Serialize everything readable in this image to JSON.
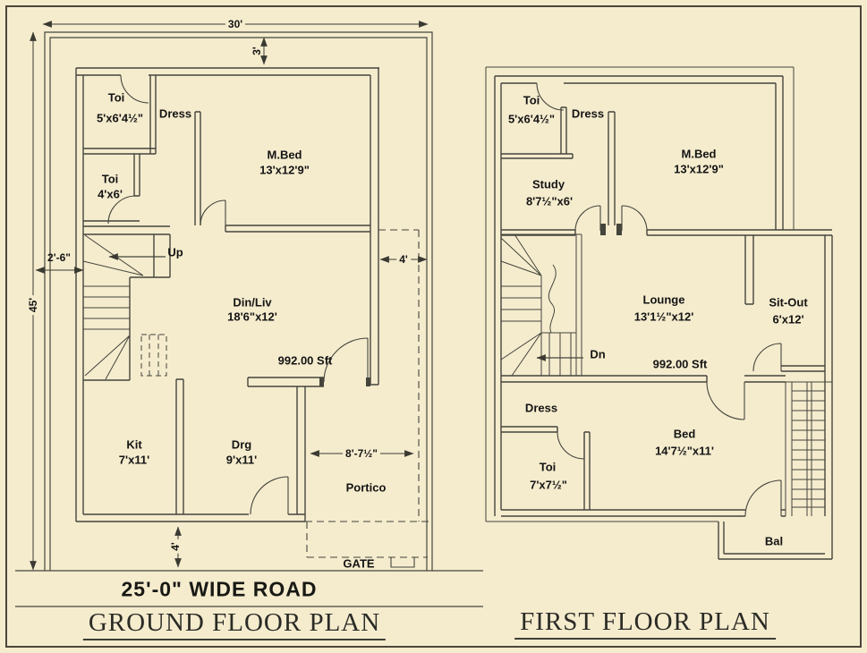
{
  "colors": {
    "background": "#f5ecce",
    "line": "#45453c",
    "text": "#141414"
  },
  "ground": {
    "title": "GROUND FLOOR PLAN",
    "road": "25'-0\" WIDE ROAD",
    "dims": {
      "width_top": "30'",
      "front_setback": "3'",
      "height_left": "45'",
      "stair_width": "2'-6\"",
      "side_setback": "4'",
      "rear_setback": "4'",
      "portico_width": "8'-7½\""
    },
    "rooms": {
      "toi1": {
        "name": "Toi",
        "size": "5'x6'4½\""
      },
      "dress": "Dress",
      "mbed": {
        "name": "M.Bed",
        "size": "13'x12'9\""
      },
      "toi2": {
        "name": "Toi",
        "size": "4'x6'"
      },
      "up": "Up",
      "dinliv": {
        "name": "Din/Liv",
        "size": "18'6\"x12'"
      },
      "area": "992.00 Sft",
      "kit": {
        "name": "Kit",
        "size": "7'x11'"
      },
      "drg": {
        "name": "Drg",
        "size": "9'x11'"
      },
      "portico": "Portico",
      "gate": "GATE"
    }
  },
  "first": {
    "title": "FIRST FLOOR PLAN",
    "rooms": {
      "toi1": {
        "name": "Toi",
        "size": "5'x6'4½\""
      },
      "dress": "Dress",
      "mbed": {
        "name": "M.Bed",
        "size": "13'x12'9\""
      },
      "study": {
        "name": "Study",
        "size": "8'7½\"x6'"
      },
      "lounge": {
        "name": "Lounge",
        "size": "13'1½\"x12'"
      },
      "sitout": {
        "name": "Sit-Out",
        "size": "6'x12'"
      },
      "dn": "Dn",
      "area": "992.00 Sft",
      "dress2": "Dress",
      "bed": {
        "name": "Bed",
        "size": "14'7½\"x11'"
      },
      "toi2": {
        "name": "Toi",
        "size": "7'x7½\""
      },
      "bal": "Bal"
    }
  }
}
